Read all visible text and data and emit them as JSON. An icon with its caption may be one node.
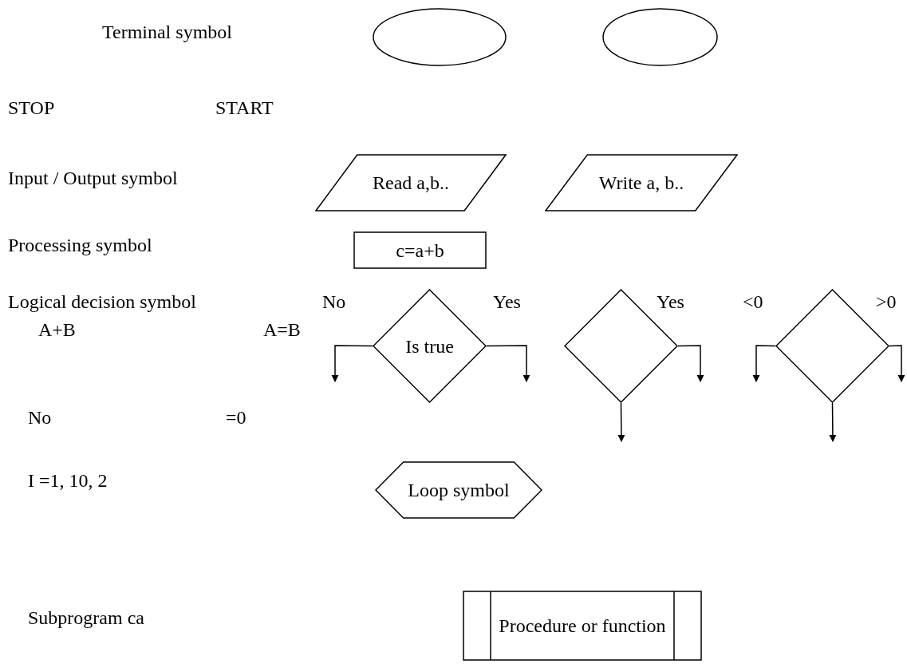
{
  "diagram": {
    "nodes": [
      {
        "text": [],
        "shape": "ellipse"
      },
      {
        "text": [],
        "shape": "ellipse"
      },
      {
        "text": [
          "Read a,b.."
        ]
      },
      {
        "text": [
          "Write a, b.."
        ]
      },
      {
        "text": [
          "c=a+b"
        ]
      },
      {
        "text": [
          "Is true"
        ]
      },
      {
        "text": [],
        "shape": "diamond"
      },
      {
        "text": [],
        "shape": "diamond"
      },
      {
        "text": [
          "Loop symbol"
        ]
      },
      {
        "text": [
          "Procedure or function"
        ]
      }
    ],
    "edges": [
      {
        "from": 5,
        "to": null,
        "arrow": "to",
        "label": "No"
      },
      {
        "from": 5,
        "to": null,
        "arrow": "to",
        "label": "Yes"
      },
      {
        "from": 6,
        "to": null,
        "arrow": "to",
        "label": "Yes"
      },
      {
        "from": 6,
        "to": null,
        "arrow": "to"
      },
      {
        "from": 7,
        "to": null,
        "arrow": "to",
        "label": "<0"
      },
      {
        "from": 7,
        "to": null,
        "arrow": "to",
        "label": ">0"
      },
      {
        "from": 7,
        "to": null,
        "arrow": "to"
      }
    ],
    "labels": [
      "Terminal symbol",
      "STOP",
      "START",
      "Input / Output symbol",
      "Processing symbol",
      "Logical decision symbol",
      "A+B",
      "A=B",
      "No",
      "=0",
      "I =1, 10, 2",
      "Subprogram ca"
    ]
  }
}
